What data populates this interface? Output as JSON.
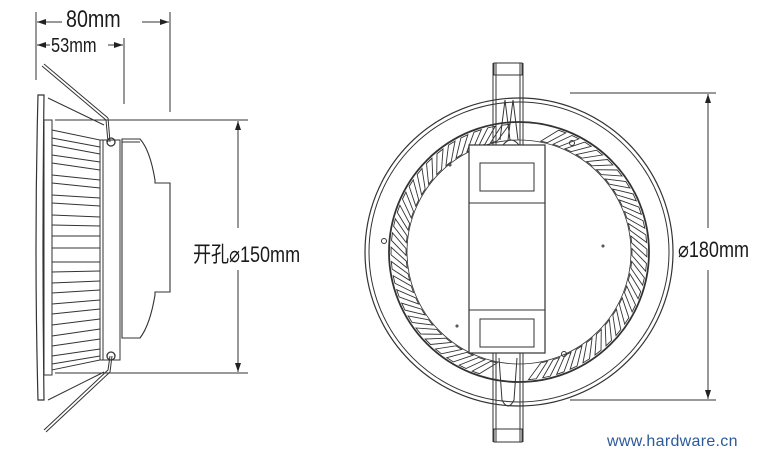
{
  "diagram": {
    "type": "technical dimension drawing",
    "subject": "LED recessed downlight",
    "views": [
      {
        "name": "side-view",
        "description": "Side profile with spring clips, heatsink fins and driver housing"
      },
      {
        "name": "front-view",
        "description": "Top/back view showing circular trim, finned ring, driver box and spring clips"
      }
    ]
  },
  "dimensions": {
    "overall_depth": "80mm",
    "body_depth": "53mm",
    "cutout": "开孔⌀150mm",
    "cutout_prefix": "开孔",
    "cutout_value": "⌀150mm",
    "outer_diameter": "⌀180mm"
  },
  "watermark": "www.hardware.cn",
  "colors": {
    "line": "#333333",
    "text": "#1a1a1a",
    "watermark": "#2a5a9a",
    "background": "#ffffff"
  }
}
